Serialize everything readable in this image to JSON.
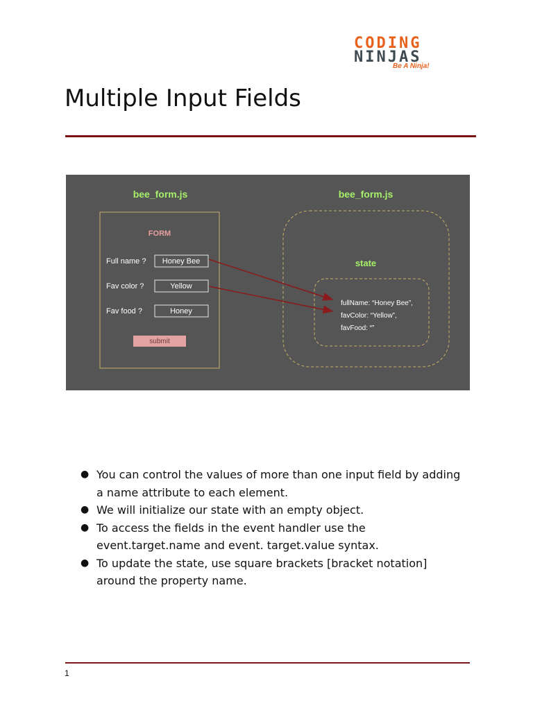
{
  "logo": {
    "line1": "CODING",
    "line2": "NINJAS",
    "tagline": "Be A Ninja!",
    "colors": {
      "orange": "#e8621e",
      "dark": "#3e4a52"
    }
  },
  "title": "Multiple Input Fields",
  "diagram": {
    "background": "#555555",
    "left_title": "bee_form.js",
    "right_title": "bee_form.js",
    "form_heading": "FORM",
    "fields": [
      {
        "label": "Full name ?",
        "value": "Honey Bee"
      },
      {
        "label": "Fav color ?",
        "value": "Yellow"
      },
      {
        "label": "Fav food ?",
        "value": "Honey"
      }
    ],
    "submit_label": "submit",
    "state_label": "state",
    "state_lines": [
      "fullName: “Honey Bee”,",
      "favColor: “Yellow”,",
      "favFood: “”"
    ],
    "colors": {
      "title_green": "#a6f06a",
      "form_heading": "#e8a0a0",
      "border_tan": "#c8b06a",
      "arrow": "#8b1a1a",
      "submit_bg": "#e4a3a3"
    }
  },
  "bullets": [
    "You can control the values of more than one input field by adding a name attribute to each element.",
    "We will initialize our state with an empty object.",
    "To access the fields in the event handler use the event.target.name and event. target.value syntax.",
    "To update the state, use square brackets [bracket notation] around the property name."
  ],
  "page_number": "1"
}
